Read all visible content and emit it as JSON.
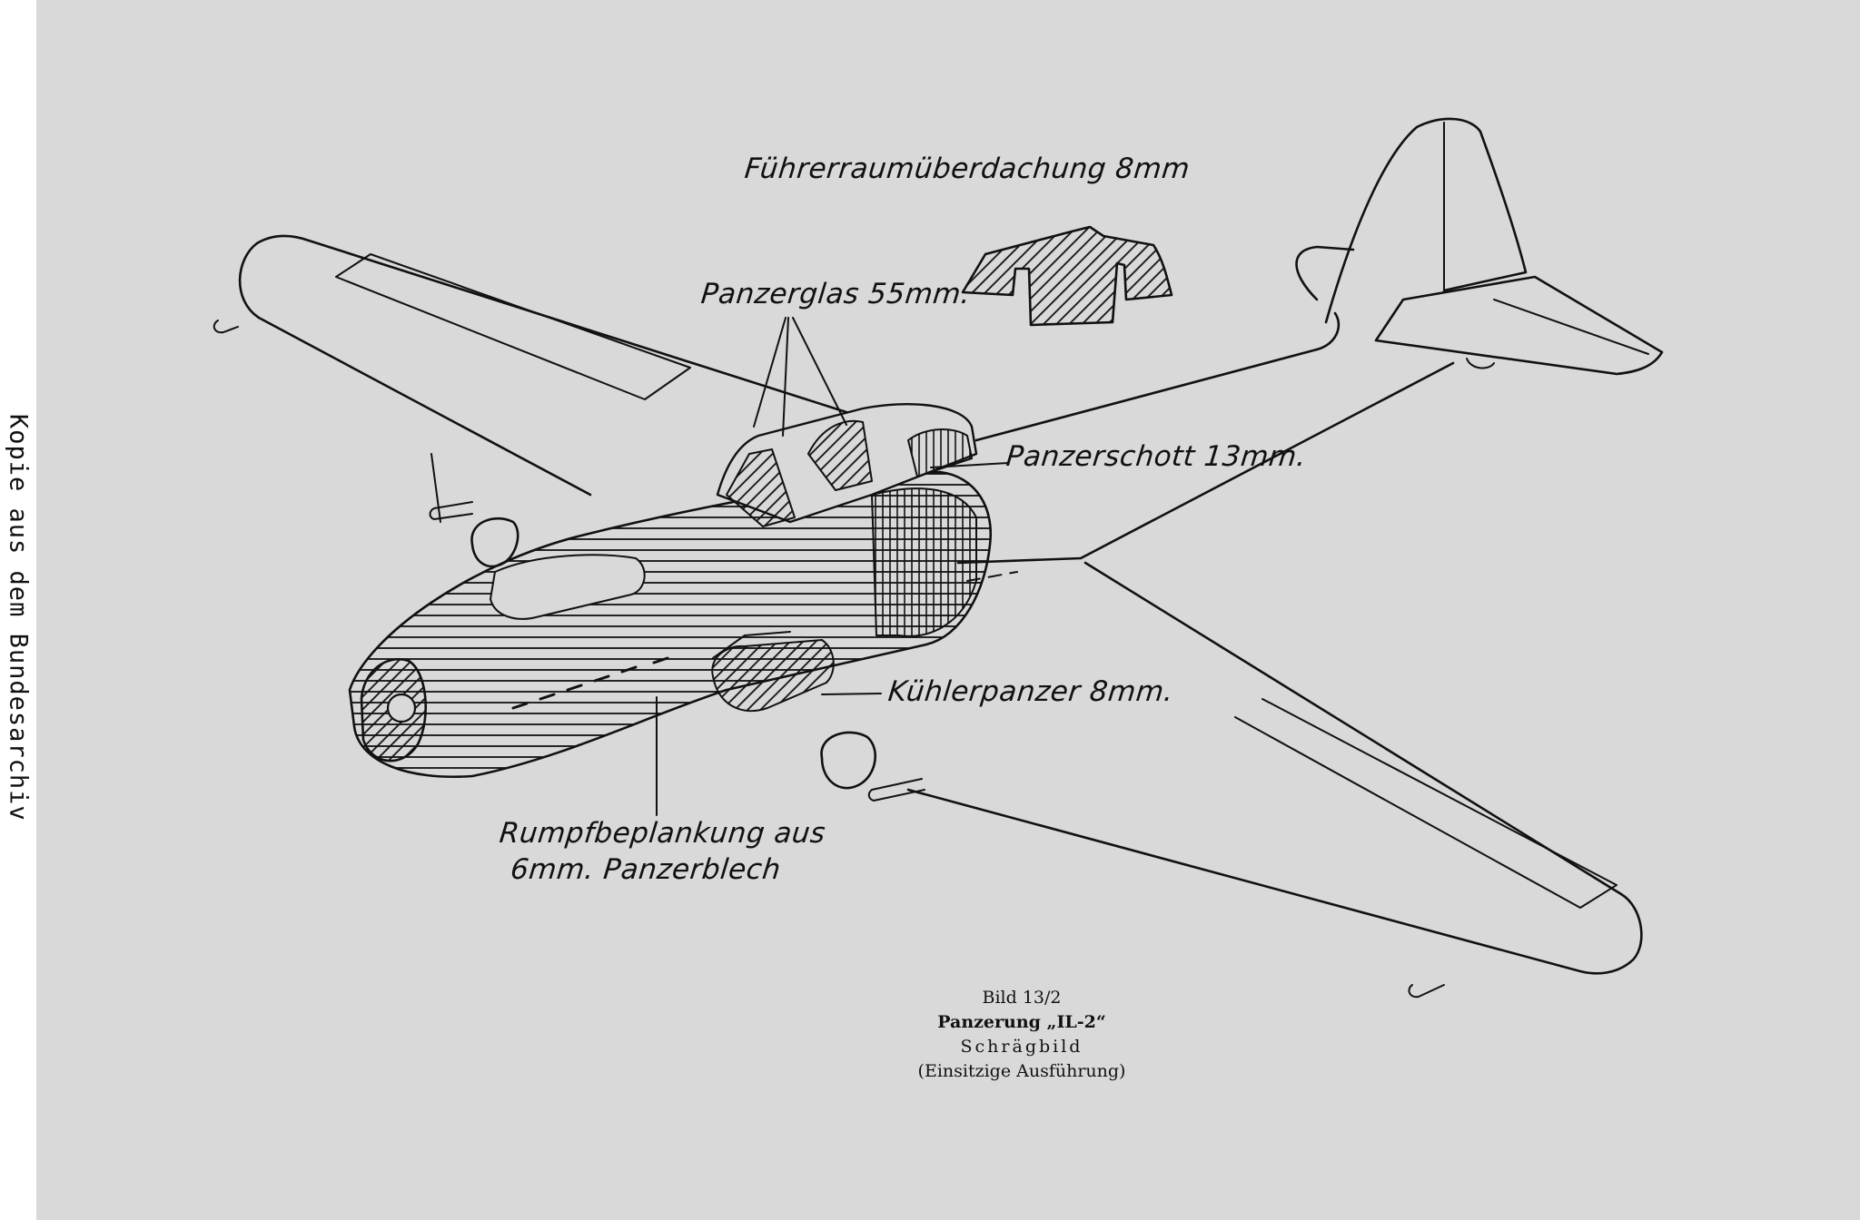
{
  "archive_stamp": "Kopie aus dem Bundesarchiv",
  "labels": {
    "canopy": "Führerraumüberdachung 8mm",
    "glass": "Panzerglas 55mm.",
    "bulkhead": "Panzerschott 13mm.",
    "radiator": "Kühlerpanzer 8mm.",
    "skin_line1": "Rumpfbeplankung aus",
    "skin_line2": "6mm. Panzerblech"
  },
  "caption": {
    "figure": "Bild 13/2",
    "title": "Panzerung „IL-2“",
    "view": "Schrägbild",
    "variant": "(Einsitzige Ausführung)"
  }
}
